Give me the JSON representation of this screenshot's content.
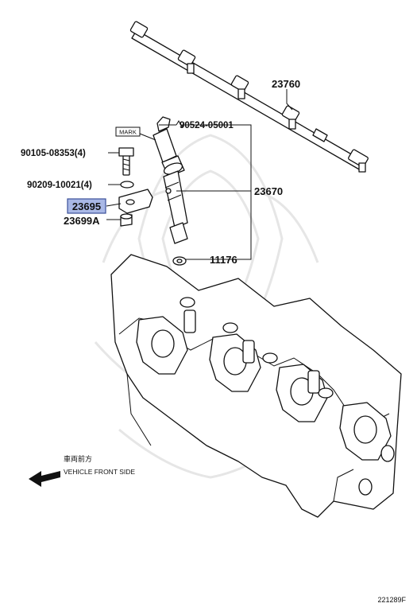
{
  "callouts": {
    "rail": "23760",
    "clamp_bolt": "90524-05001",
    "bolt": "90105-08353(4)",
    "washer": "90209-10021(4)",
    "clamp_highlight": "23695",
    "collar": "23699A",
    "injector": "23670",
    "gasket": "11176"
  },
  "injector_mark": "MARK",
  "front_note": {
    "japanese": "車両前方",
    "english": "VEHICLE FRONT SIDE"
  },
  "diagram_id": "221289F",
  "colors": {
    "highlight_fill": "#a9b8e6",
    "highlight_border": "#3b4f9a",
    "line": "#111111",
    "watermark": "#e6e6e6"
  }
}
